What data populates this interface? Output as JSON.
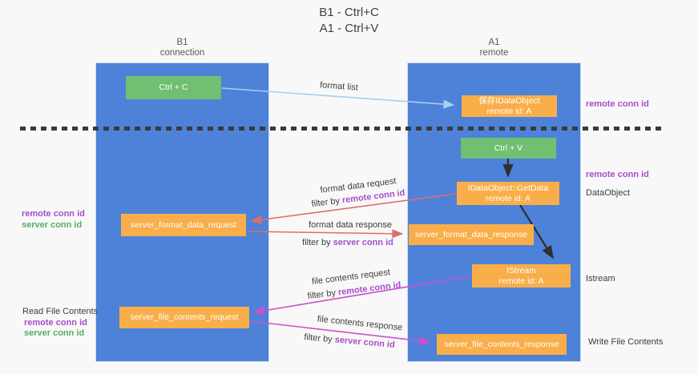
{
  "title": {
    "line1": "B1 - Ctrl+C",
    "line2": "A1 - Ctrl+V"
  },
  "lifelines": {
    "left": {
      "name": "B1",
      "role": "connection"
    },
    "right": {
      "name": "A1",
      "role": "remote"
    }
  },
  "boxes": {
    "ctrl_c": {
      "label": "Ctrl + C"
    },
    "ctrl_v": {
      "label": "Ctrl + V"
    },
    "save_idataobject": {
      "line1": "保存IDataObject",
      "line2": "remote id: A"
    },
    "idataobject_getdata": {
      "line1": "IDataObject::GetData",
      "line2": "remote id: A"
    },
    "istream": {
      "line1": "IStream",
      "line2": "remote id: A"
    },
    "server_format_data_request": {
      "label": "server_format_data_request"
    },
    "server_format_data_response": {
      "label": "server_format_data_response"
    },
    "server_file_contents_request": {
      "label": "server_file_contents_request"
    },
    "server_file_contents_response": {
      "label": "server_file_contents_response"
    }
  },
  "flow_labels": {
    "format_list": "format list",
    "format_data_request": "format data request",
    "filter_by_1_prefix": "filter by",
    "filter_by_1_key": "remote conn id",
    "format_data_response": "format data response",
    "filter_by_2_prefix": "filter by",
    "filter_by_2_key": "server conn id",
    "file_contents_request": "file contents request",
    "filter_by_3_prefix": "filter by",
    "filter_by_3_key": "remote conn id",
    "file_contents_response": "file contents response",
    "filter_by_4_prefix": "filter by",
    "filter_by_4_key": "server conn id"
  },
  "side_labels": {
    "left_mid_remote": "remote conn id",
    "left_mid_server": "server conn id",
    "read_file_contents": "Read File Contents",
    "left_bottom_remote": "remote conn id",
    "left_bottom_server": "server conn id",
    "right_top_remote": "remote conn id",
    "right_mid_remote": "remote conn id",
    "dataobject": "DataObject",
    "istream": "Istream",
    "write_file_contents": "Write File Contents"
  },
  "colors": {
    "column_blue": "#4d82d8",
    "box_orange": "#f9ae49",
    "box_green": "#70bf73",
    "label_purple": "#a64fc8",
    "label_green": "#53ae63",
    "arrow_red": "#e06c6c",
    "arrow_magenta": "#cb50cb",
    "arrow_blue": "#a5cfee",
    "arrow_black": "#2f2f2f"
  }
}
